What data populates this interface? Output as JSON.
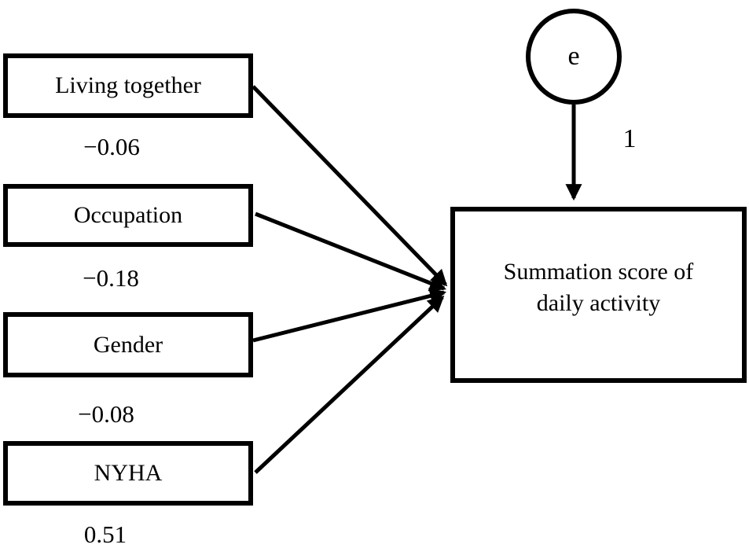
{
  "diagram": {
    "predictors": [
      {
        "label": "Living together",
        "coefficient": "−0.06"
      },
      {
        "label": "Occupation",
        "coefficient": "−0.18"
      },
      {
        "label": "Gender",
        "coefficient": "−0.08"
      },
      {
        "label": "NYHA",
        "coefficient": "0.51"
      }
    ],
    "outcome": {
      "label": "Summation score of daily activity",
      "lines": [
        "Summation score of",
        "daily activity"
      ]
    },
    "error": {
      "label": "e",
      "weight": "1"
    },
    "colors": {
      "ink": "#000000",
      "background": "#ffffff"
    }
  }
}
